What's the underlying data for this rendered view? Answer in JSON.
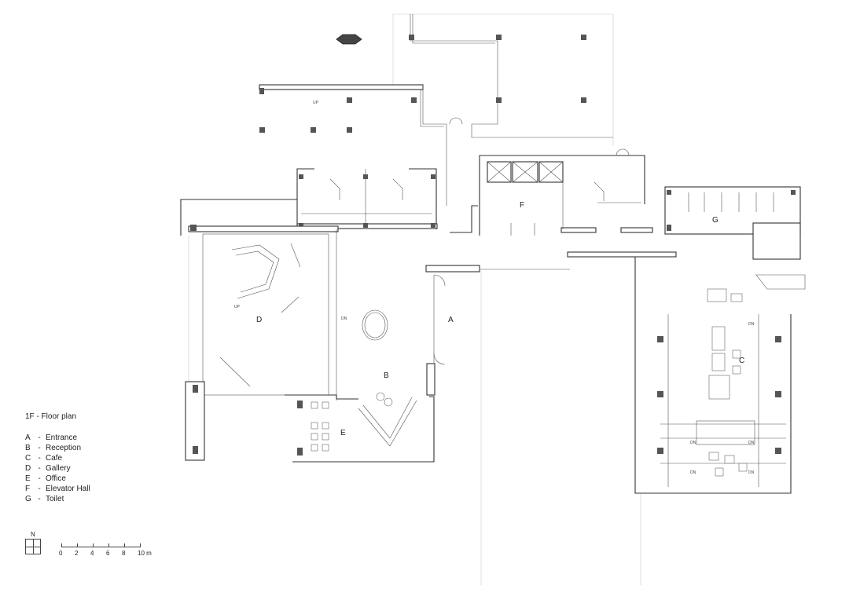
{
  "rooms": [
    {
      "key": "A",
      "label": "A"
    },
    {
      "key": "B",
      "label": "B"
    },
    {
      "key": "C",
      "label": "C"
    },
    {
      "key": "D",
      "label": "D"
    },
    {
      "key": "E",
      "label": "E"
    },
    {
      "key": "F",
      "label": "F"
    },
    {
      "key": "G",
      "label": "G"
    }
  ],
  "legend": {
    "title": "1F - Floor  plan",
    "items": [
      {
        "key": "A",
        "dash": "-",
        "name": "Entrance"
      },
      {
        "key": "B",
        "dash": "-",
        "name": "Reception"
      },
      {
        "key": "C",
        "dash": "-",
        "name": "Cafe"
      },
      {
        "key": "D",
        "dash": "-",
        "name": "Gallery"
      },
      {
        "key": "E",
        "dash": "-",
        "name": "Office"
      },
      {
        "key": "F",
        "dash": "-",
        "name": "Elevator Hall"
      },
      {
        "key": "G",
        "dash": "-",
        "name": "Toilet"
      }
    ]
  },
  "north": {
    "label": "N"
  },
  "scale": {
    "ticks": [
      "0",
      "2",
      "4",
      "6",
      "8",
      "10 m"
    ]
  },
  "stair_notes": {
    "up": "UP",
    "dn": "DN"
  },
  "colors": {
    "wall": "#333333",
    "column": "#555555",
    "background": "#ffffff"
  }
}
